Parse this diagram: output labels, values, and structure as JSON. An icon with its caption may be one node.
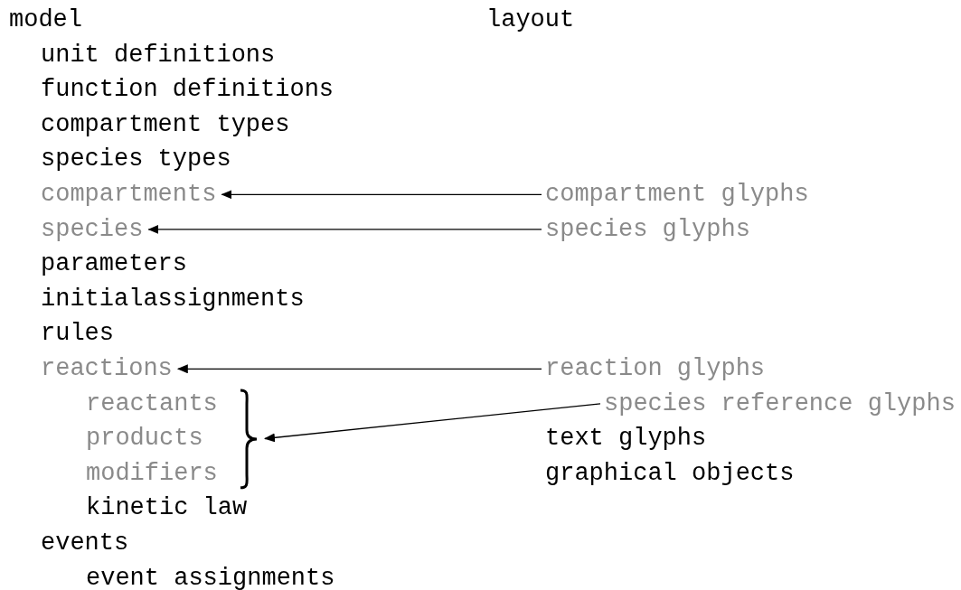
{
  "diagram": {
    "nodes": [
      {
        "text": [
          "compartments"
        ]
      },
      {
        "text": [
          "compartment glyphs"
        ]
      },
      {
        "text": [
          "species"
        ]
      },
      {
        "text": [
          "species glyphs"
        ]
      },
      {
        "text": [
          "reactions"
        ]
      },
      {
        "text": [
          "reaction glyphs"
        ]
      },
      {
        "text": [
          "reactants",
          "products",
          "modifiers"
        ]
      },
      {
        "text": [
          "species reference glyphs"
        ]
      }
    ],
    "edges": [
      {
        "from": 1,
        "to": 0,
        "arrow": "to"
      },
      {
        "from": 3,
        "to": 2,
        "arrow": "to"
      },
      {
        "from": 5,
        "to": 4,
        "arrow": "to"
      },
      {
        "from": 7,
        "to": 6,
        "arrow": "to"
      }
    ],
    "labels": [
      "model",
      "layout",
      "unit definitions",
      "function definitions",
      "compartment types",
      "species types",
      "parameters",
      "initialassignments",
      "rules",
      "text glyphs",
      "graphical objects",
      "kinetic law",
      "events",
      "event assignments"
    ]
  }
}
